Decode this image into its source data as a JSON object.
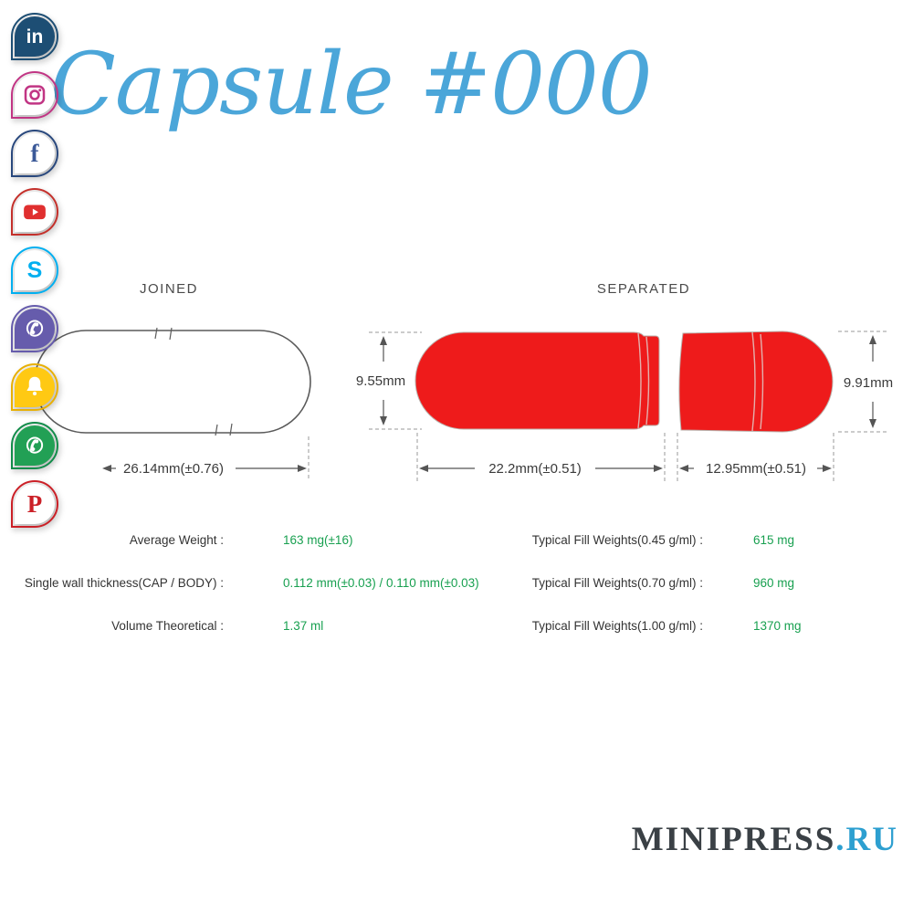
{
  "colors": {
    "accent_blue": "#4BA6D9",
    "value_green": "#18A050",
    "capsule_red": "#EE1B1B",
    "brand_blue": "#2D9FD0"
  },
  "page": {
    "title": "Capsule #000"
  },
  "brand": {
    "name": "MINIPRESS",
    "suffix": ".RU"
  },
  "social": {
    "items": [
      {
        "id": "linkedin",
        "glyph": "in"
      },
      {
        "id": "instagram"
      },
      {
        "id": "facebook",
        "glyph": "f"
      },
      {
        "id": "youtube"
      },
      {
        "id": "skype",
        "glyph": "S"
      },
      {
        "id": "viber",
        "glyph": "✆"
      },
      {
        "id": "snapchat"
      },
      {
        "id": "whatsapp",
        "glyph": "✆"
      },
      {
        "id": "pinterest",
        "glyph": "P"
      }
    ]
  },
  "diagram": {
    "joined_label": "JOINED",
    "separated_label": "SEPARATED",
    "joined_length": "26.14mm(±0.76)",
    "body_diameter": "9.55mm",
    "cap_diameter": "9.91mm",
    "body_length": "22.2mm(±0.51)",
    "cap_length": "12.95mm(±0.51)"
  },
  "specs": {
    "left": [
      {
        "label": "Average Weight :",
        "value": "163 mg(±16)"
      },
      {
        "label": "Single wall thickness(CAP / BODY) :",
        "value": "0.112 mm(±0.03) / 0.110 mm(±0.03)"
      },
      {
        "label": "Volume Theoretical :",
        "value": "1.37 ml"
      }
    ],
    "right": [
      {
        "label": "Typical Fill Weights(0.45 g/ml) :",
        "value": "615 mg"
      },
      {
        "label": "Typical Fill Weights(0.70 g/ml) :",
        "value": "960 mg"
      },
      {
        "label": "Typical Fill Weights(1.00 g/ml) :",
        "value": "1370 mg"
      }
    ]
  }
}
